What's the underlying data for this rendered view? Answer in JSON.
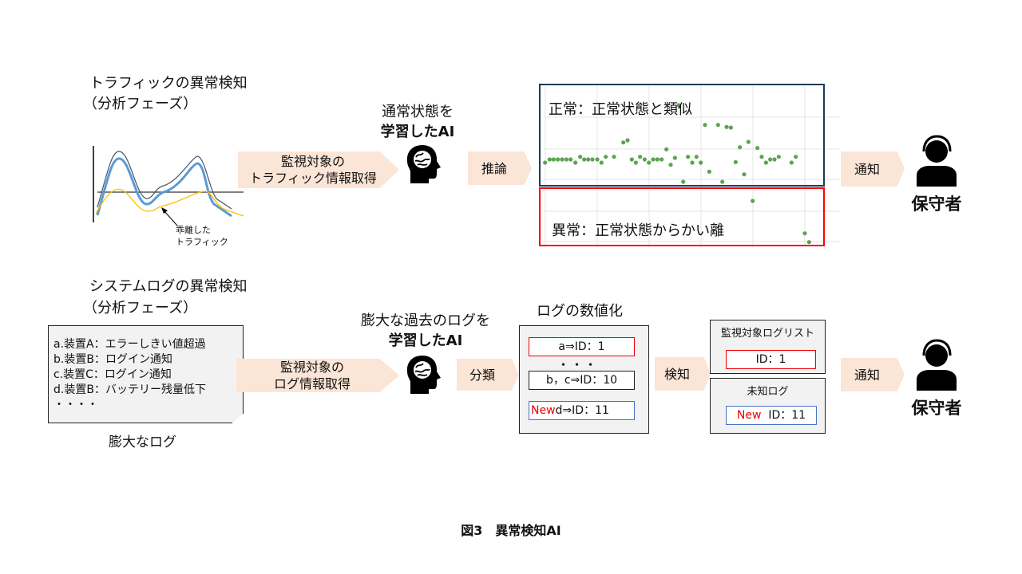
{
  "traffic": {
    "title": "トラフィックの異常検知",
    "phase": "（分析フェーズ）",
    "deviation_label_1": "乖離した",
    "deviation_label_2": "トラフィック",
    "acquire_line1": "監視対象の",
    "acquire_line2": "トラフィック情報取得",
    "ai_line1": "通常状態を",
    "ai_line2": "学習したAI",
    "infer": "推論",
    "normal_label": "正常：正常状態と類似",
    "abnormal_label": "異常：正常状態からかい離",
    "notify": "通知",
    "operator": "保守者"
  },
  "syslog": {
    "title": "システムログの異常検知",
    "phase": "（分析フェーズ）",
    "log_lines": [
      "a.装置A：エラーしきい値超過",
      "b.装置B：ログイン通知",
      "c.装置C：ログイン通知",
      "d.装置B：バッテリー残量低下",
      "・・・・"
    ],
    "log_caption": "膨大なログ",
    "acquire_line1": "監視対象の",
    "acquire_line2": "ログ情報取得",
    "ai_line1": "膨大な過去のログを",
    "ai_line2": "学習したAI",
    "classify": "分類",
    "numeric_title": "ログの数値化",
    "id_a": "a⇒ID：1",
    "dots": "・・・",
    "id_bc": "b，c⇒ID：10",
    "new_tag": "New",
    "id_d": "d⇒ID：11",
    "detect": "検知",
    "watch_list_title": "監視対象ログリスト",
    "watch_id": "ID：1",
    "unknown_title": "未知ログ",
    "unknown_id": "ID：11",
    "notify": "通知",
    "operator": "保守者"
  },
  "caption": "図3　異常検知AI",
  "colors": {
    "arrow_fill": "#fbe5d6",
    "normal_box": "#1f3a5a",
    "abnormal_box": "#ff0000",
    "points": "#5ba44f",
    "blue_line": "#5b9bd5",
    "yellow_line": "#ffc000"
  }
}
